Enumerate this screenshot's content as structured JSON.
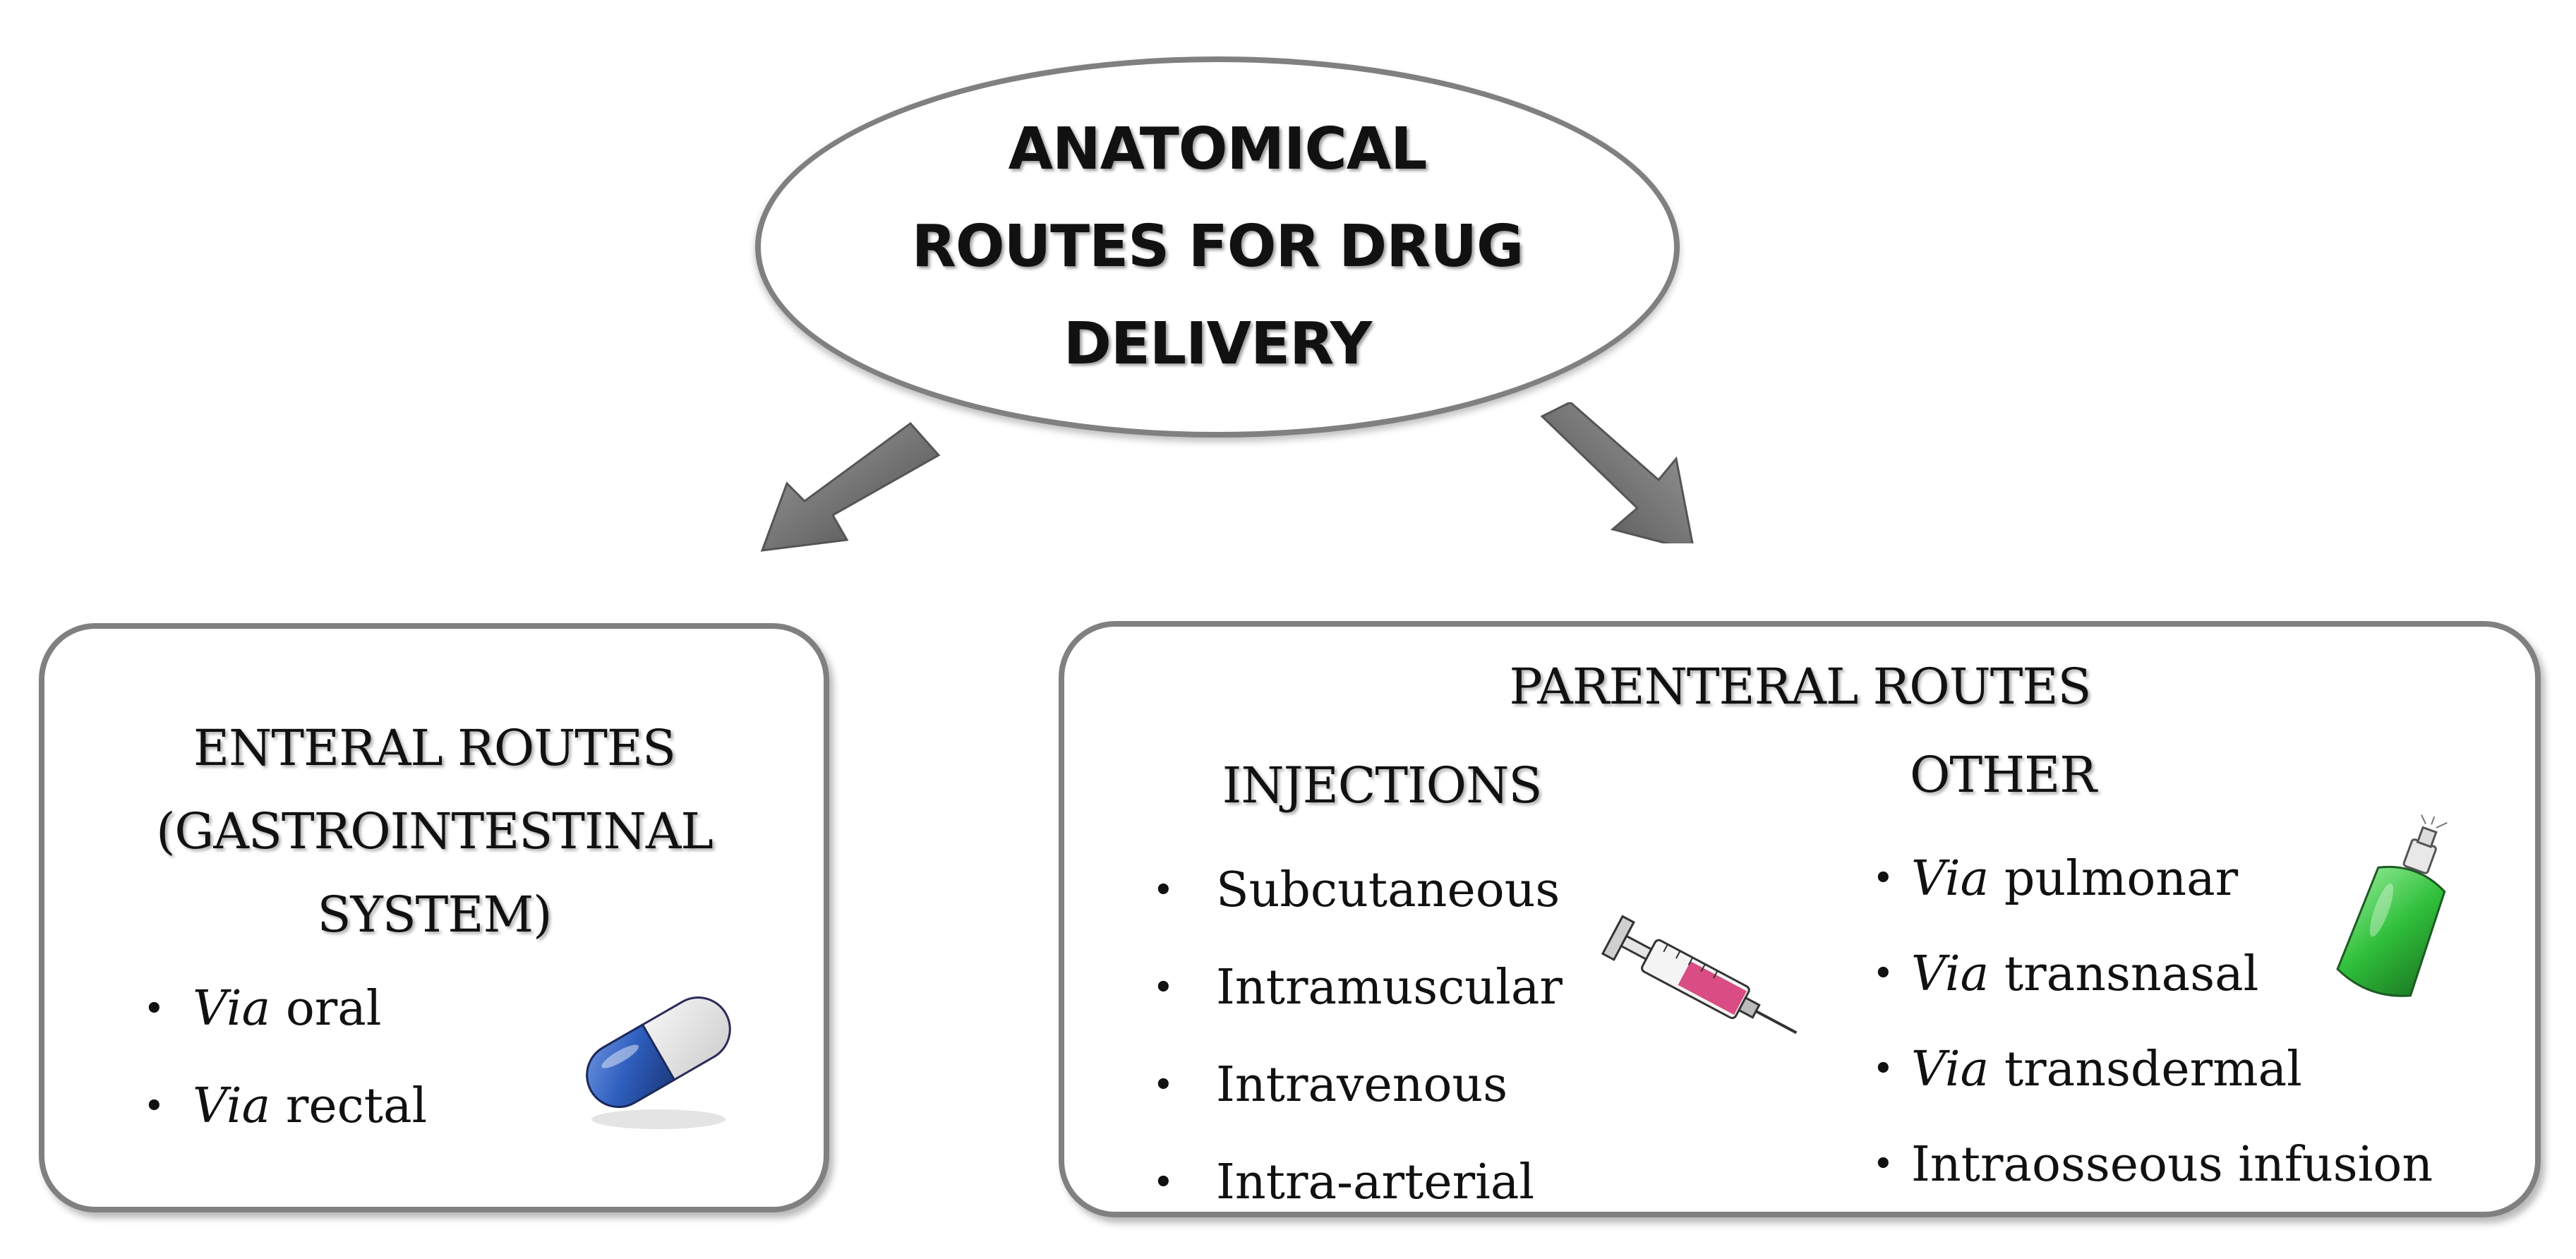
{
  "title": {
    "lines": [
      "ANATOMICAL",
      "ROUTES FOR DRUG",
      "DELIVERY"
    ]
  },
  "enteral": {
    "heading_lines": [
      "ENTERAL ROUTES",
      "(GASTROINTESTINAL",
      "SYSTEM)"
    ],
    "items": [
      {
        "prefix": "Via",
        "text": " oral"
      },
      {
        "prefix": "Via",
        "text": " rectal"
      }
    ],
    "icon": "capsule-pill-icon"
  },
  "parenteral": {
    "heading": "PARENTERAL ROUTES",
    "injections": {
      "heading": "INJECTIONS",
      "items": [
        "Subcutaneous",
        "Intramuscular",
        "Intravenous",
        "Intra-arterial"
      ],
      "icon": "syringe-icon"
    },
    "other": {
      "heading": "OTHER",
      "items": [
        {
          "prefix": "Via",
          "text": " pulmonar"
        },
        {
          "prefix": "Via",
          "text": " transnasal"
        },
        {
          "prefix": "Via",
          "text": " transdermal"
        },
        {
          "prefix": "",
          "text": "Intraosseous infusion"
        }
      ],
      "icon": "spray-bottle-icon"
    }
  },
  "bullet": "•",
  "colors": {
    "border": "#808080",
    "arrow": "#7a7a7a",
    "pill_blue": "#2f5fbf",
    "syringe_pink": "#d63a78",
    "bottle_green": "#2fbf3a"
  }
}
